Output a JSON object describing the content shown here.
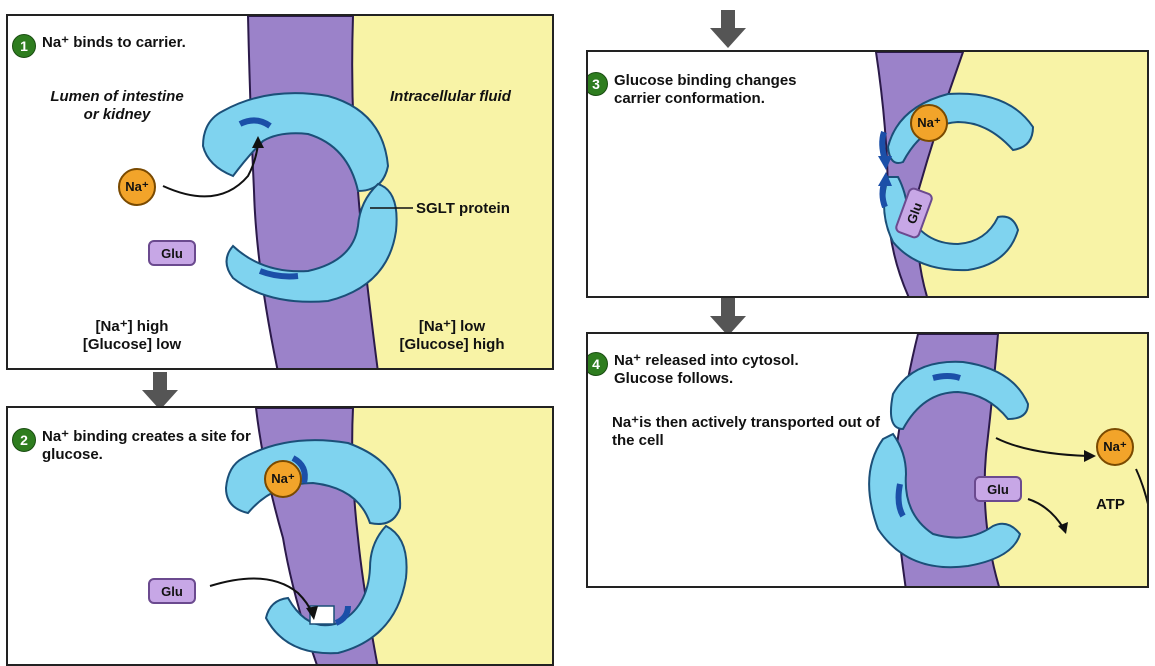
{
  "panel1": {
    "step_num": "1",
    "step_text": "Na⁺ binds to carrier.",
    "lumen_label": "Lumen of intestine or kidney",
    "intracellular_label": "Intracellular fluid",
    "sglt_label": "SGLT protein",
    "na_label": "Na⁺",
    "glu_label": "Glu",
    "left_conc": "[Na⁺] high [Glucose] low",
    "right_conc": "[Na⁺] low [Glucose] high"
  },
  "panel2": {
    "step_num": "2",
    "step_text": "Na⁺ binding creates a site for glucose.",
    "na_label": "Na⁺",
    "glu_label": "Glu"
  },
  "panel3": {
    "step_num": "3",
    "step_text": "Glucose binding changes carrier conformation.",
    "na_label": "Na⁺",
    "glu_label": "Glu"
  },
  "panel4": {
    "step_num": "4",
    "step_text": "Na⁺ released into cytosol. Glucose follows.",
    "note": "Na⁺is then actively transported out of the cell",
    "na_label": "Na⁺",
    "glu_label": "Glu",
    "atp_label": "ATP"
  },
  "colors": {
    "intracellular": "#f8f3a6",
    "membrane": "#9b82c9",
    "protein": "#7fd3ef",
    "protein_dark": "#1b4fa8",
    "sodium": "#f2a42a",
    "glucose": "#c7a7e6",
    "step_badge": "#2e7d1f"
  }
}
